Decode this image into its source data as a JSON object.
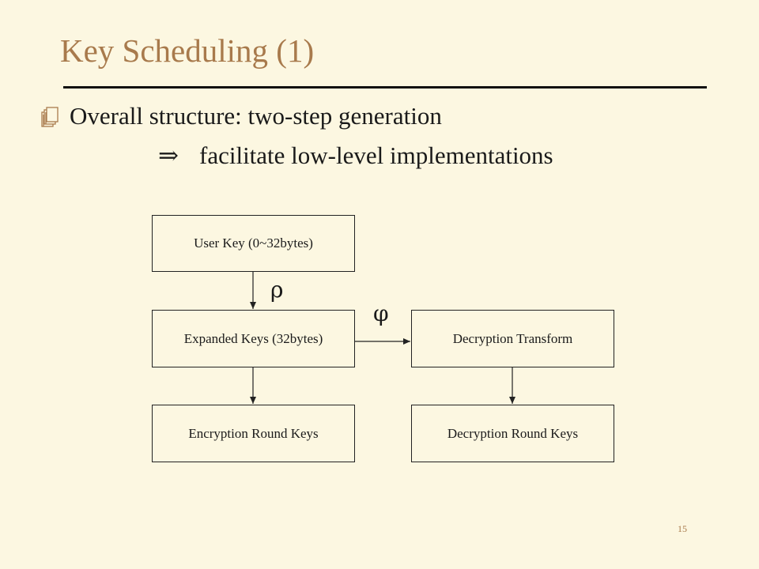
{
  "slide": {
    "title": "Key Scheduling (1)",
    "bullet": "Overall structure: two-step generation",
    "sub_arrow": "⇒",
    "sub_text": "facilitate low-level  implementations",
    "page_number": "15"
  },
  "diagram": {
    "nodes": {
      "user_key": "User Key (0~32bytes)",
      "expanded_keys": "Expanded Keys (32bytes)",
      "decryption_transform": "Decryption Transform",
      "encryption_round_keys": "Encryption Round Keys",
      "decryption_round_keys": "Decryption Round Keys"
    },
    "labels": {
      "rho": "ρ",
      "phi": "φ"
    }
  },
  "colors": {
    "background": "#fcf7e1",
    "title": "#a87a4c"
  }
}
